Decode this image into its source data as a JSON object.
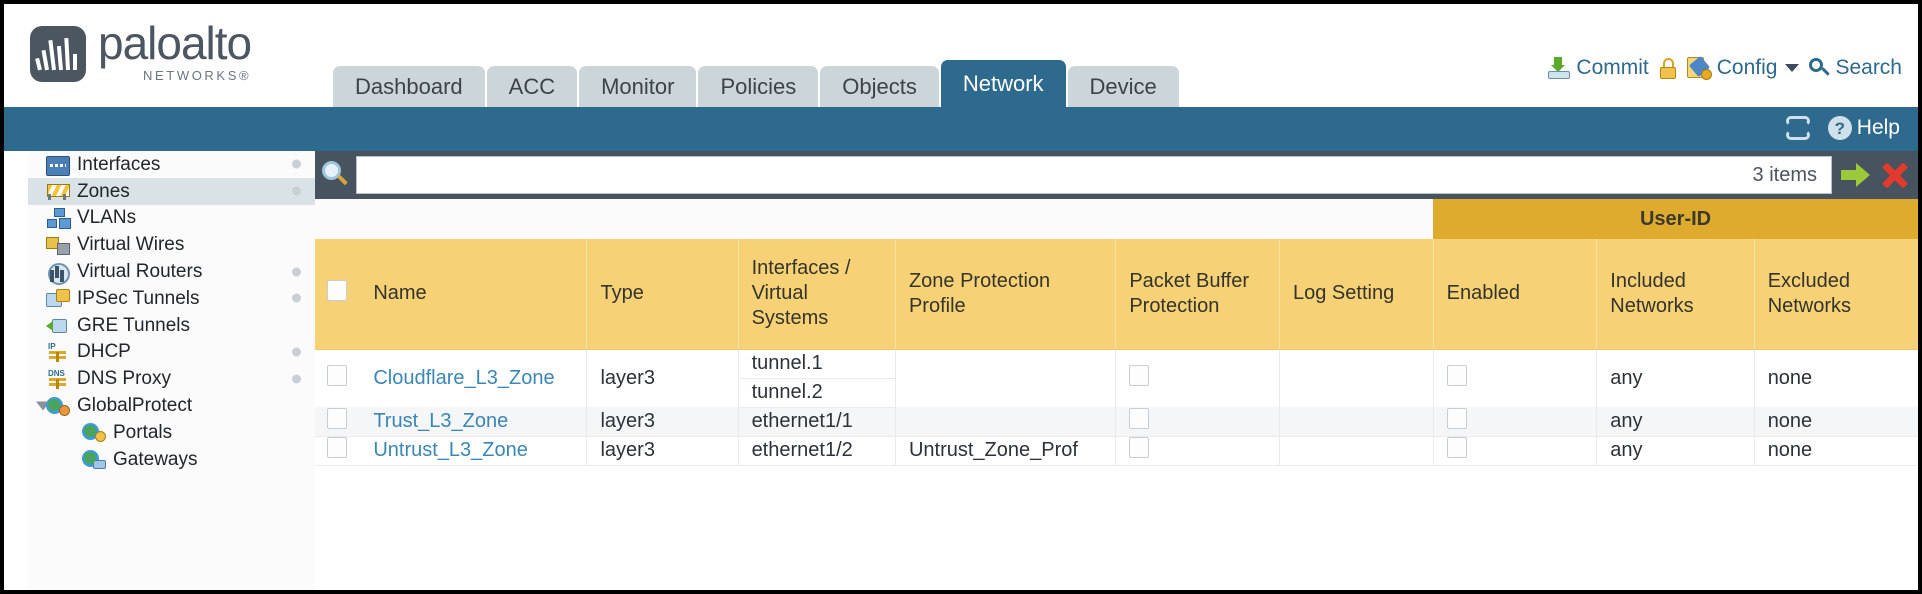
{
  "brand": {
    "name": "paloalto",
    "tagline": "NETWORKS®"
  },
  "nav": {
    "tabs": [
      {
        "label": "Dashboard",
        "active": false
      },
      {
        "label": "ACC",
        "active": false
      },
      {
        "label": "Monitor",
        "active": false
      },
      {
        "label": "Policies",
        "active": false
      },
      {
        "label": "Objects",
        "active": false
      },
      {
        "label": "Network",
        "active": true
      },
      {
        "label": "Device",
        "active": false
      }
    ]
  },
  "toolbar": {
    "commit_label": "Commit",
    "config_label": "Config",
    "search_label": "Search"
  },
  "bluebar": {
    "help_label": "Help",
    "help_glyph": "?"
  },
  "sidebar": {
    "items": [
      {
        "label": "Interfaces",
        "icon": "interfaces-icon",
        "indent": 0,
        "selected": false,
        "dot": true,
        "twisty": false
      },
      {
        "label": "Zones",
        "icon": "zones-icon",
        "indent": 0,
        "selected": true,
        "dot": true,
        "twisty": false
      },
      {
        "label": "VLANs",
        "icon": "vlans-icon",
        "indent": 0,
        "selected": false,
        "dot": false,
        "twisty": false
      },
      {
        "label": "Virtual Wires",
        "icon": "virtual-wires-icon",
        "indent": 0,
        "selected": false,
        "dot": false,
        "twisty": false
      },
      {
        "label": "Virtual Routers",
        "icon": "virtual-routers-icon",
        "indent": 0,
        "selected": false,
        "dot": true,
        "twisty": false
      },
      {
        "label": "IPSec Tunnels",
        "icon": "ipsec-tunnels-icon",
        "indent": 0,
        "selected": false,
        "dot": true,
        "twisty": false
      },
      {
        "label": "GRE Tunnels",
        "icon": "gre-tunnels-icon",
        "indent": 0,
        "selected": false,
        "dot": false,
        "twisty": false
      },
      {
        "label": "DHCP",
        "icon": "dhcp-icon",
        "indent": 0,
        "selected": false,
        "dot": true,
        "twisty": false
      },
      {
        "label": "DNS Proxy",
        "icon": "dns-proxy-icon",
        "indent": 0,
        "selected": false,
        "dot": true,
        "twisty": false
      },
      {
        "label": "GlobalProtect",
        "icon": "globalprotect-icon",
        "indent": 0,
        "selected": false,
        "dot": false,
        "twisty": true
      },
      {
        "label": "Portals",
        "icon": "portals-icon",
        "indent": 1,
        "selected": false,
        "dot": false,
        "twisty": false
      },
      {
        "label": "Gateways",
        "icon": "gateways-icon",
        "indent": 1,
        "selected": false,
        "dot": false,
        "twisty": false
      }
    ]
  },
  "search": {
    "value": "",
    "item_count": "3 items"
  },
  "table": {
    "group_header": {
      "label": "User-ID",
      "span": 3
    },
    "columns": [
      "Name",
      "Type",
      "Interfaces / Virtual Systems",
      "Zone Protection Profile",
      "Packet Buffer Protection",
      "Log Setting",
      "Enabled",
      "Included Networks",
      "Excluded Networks"
    ],
    "rows": [
      {
        "name": "Cloudflare_L3_Zone",
        "type": "layer3",
        "interfaces": [
          "tunnel.1",
          "tunnel.2"
        ],
        "zone_protection_profile": "",
        "packet_buffer_protection": false,
        "log_setting": "",
        "userid_enabled": false,
        "included_networks": "any",
        "excluded_networks": "none"
      },
      {
        "name": "Trust_L3_Zone",
        "type": "layer3",
        "interfaces": [
          "ethernet1/1"
        ],
        "zone_protection_profile": "",
        "packet_buffer_protection": false,
        "log_setting": "",
        "userid_enabled": false,
        "included_networks": "any",
        "excluded_networks": "none"
      },
      {
        "name": "Untrust_L3_Zone",
        "type": "layer3",
        "interfaces": [
          "ethernet1/2"
        ],
        "zone_protection_profile": "Untrust_Zone_Prof",
        "packet_buffer_protection": false,
        "log_setting": "",
        "userid_enabled": false,
        "included_networks": "any",
        "excluded_networks": "none"
      }
    ]
  },
  "colors": {
    "brand_slate": "#4c5661",
    "nav_active": "#2e6a8e",
    "header_gold": "#f7d175",
    "group_gold": "#dfab2e",
    "searchbar_dark": "#47535e",
    "link_blue": "#3a87b5"
  }
}
